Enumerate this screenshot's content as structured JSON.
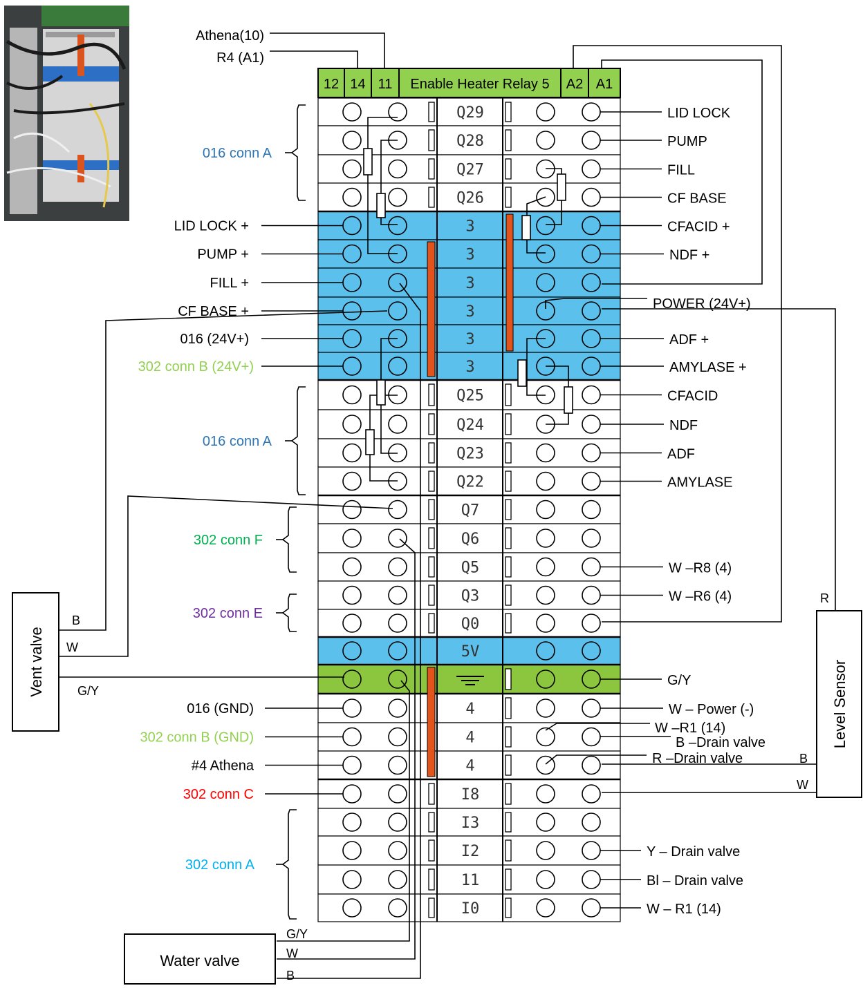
{
  "header": {
    "cells": [
      "12",
      "14",
      "11",
      "Enable Heater Relay 5",
      "A2",
      "A1"
    ],
    "feeds": [
      "Athena(10)",
      "R4 (A1)"
    ]
  },
  "rows": [
    {
      "label": "Q29",
      "color": "white"
    },
    {
      "label": "Q28",
      "color": "white"
    },
    {
      "label": "Q27",
      "color": "white"
    },
    {
      "label": "Q26",
      "color": "white"
    },
    {
      "label": "3",
      "color": "blue"
    },
    {
      "label": "3",
      "color": "blue"
    },
    {
      "label": "3",
      "color": "blue"
    },
    {
      "label": "3",
      "color": "blue"
    },
    {
      "label": "3",
      "color": "blue"
    },
    {
      "label": "3",
      "color": "blue"
    },
    {
      "label": "Q25",
      "color": "white"
    },
    {
      "label": "Q24",
      "color": "white"
    },
    {
      "label": "Q23",
      "color": "white"
    },
    {
      "label": "Q22",
      "color": "white"
    },
    {
      "label": "Q7",
      "color": "white"
    },
    {
      "label": "Q6",
      "color": "white"
    },
    {
      "label": "Q5",
      "color": "white"
    },
    {
      "label": "Q3",
      "color": "white"
    },
    {
      "label": "Q0",
      "color": "white"
    },
    {
      "label": "5V",
      "color": "blue"
    },
    {
      "label": "",
      "color": "green",
      "icon": "ground-icon"
    },
    {
      "label": "4",
      "color": "white"
    },
    {
      "label": "4",
      "color": "white"
    },
    {
      "label": "4",
      "color": "white"
    },
    {
      "label": "I8",
      "color": "white"
    },
    {
      "label": "I3",
      "color": "white"
    },
    {
      "label": "I2",
      "color": "white"
    },
    {
      "label": "11",
      "color": "white"
    },
    {
      "label": "I0",
      "color": "white"
    }
  ],
  "left_labels": [
    {
      "text": "LID LOCK +",
      "color": "#000000"
    },
    {
      "text": "PUMP +",
      "color": "#000000"
    },
    {
      "text": "FILL +",
      "color": "#000000"
    },
    {
      "text": "CF BASE +",
      "color": "#000000"
    },
    {
      "text": "016 (24V+)",
      "color": "#000000"
    },
    {
      "text": "302 conn B (24V+)",
      "color": "#92d050"
    },
    {
      "text": "016 (GND)",
      "color": "#000000"
    },
    {
      "text": "302 conn B (GND)",
      "color": "#92d050"
    },
    {
      "text": "#4 Athena",
      "color": "#000000"
    },
    {
      "text": "302 conn C",
      "color": "#ff0000"
    }
  ],
  "groups": [
    {
      "text": "016 conn A",
      "color": "#2e75b6"
    },
    {
      "text": "016 conn A",
      "color": "#2e75b6"
    },
    {
      "text": "302 conn F",
      "color": "#00b050"
    },
    {
      "text": "302 conn E",
      "color": "#7030a0"
    },
    {
      "text": "302 conn A",
      "color": "#00b0f0"
    }
  ],
  "right_labels": [
    "LID LOCK",
    "PUMP",
    "FILL",
    "CF BASE",
    "CFACID +",
    "NDF +",
    "POWER (24V+)",
    "ADF +",
    "AMYLASE +",
    "CFACID",
    "NDF",
    "ADF",
    "AMYLASE",
    "W –R8 (4)",
    "W –R6 (4)",
    "G/Y",
    "W – Power (-)",
    "W –R1 (14)",
    "B –Drain valve",
    "R –Drain  valve",
    "Y – Drain valve",
    "Bl – Drain valve",
    "W – R1 (14)"
  ],
  "devices": {
    "vent_valve": {
      "title": "Vent valve",
      "wires": [
        "B",
        "W",
        "G/Y"
      ]
    },
    "level_sensor": {
      "title": "Level Sensor",
      "wires": [
        "R",
        "B",
        "W"
      ]
    },
    "water_valve": {
      "title": "Water valve",
      "wires": [
        "G/Y",
        "W",
        "B"
      ]
    }
  },
  "colors": {
    "header_green": "#92d050",
    "row_blue": "#5bc0eb",
    "row_green": "#8cc63f",
    "jumper_orange": "#e3531c"
  }
}
